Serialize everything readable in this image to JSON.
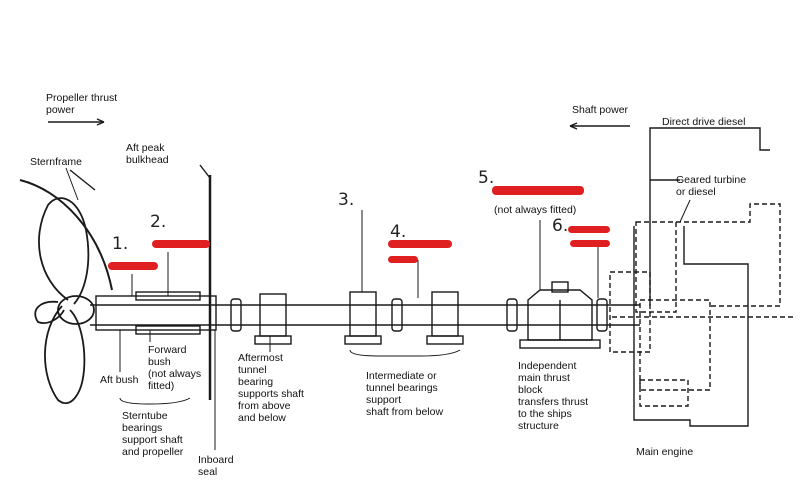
{
  "labels": {
    "propeller_thrust": "Propeller thrust\npower",
    "shaft_power": "Shaft power",
    "direct_drive": "Direct drive diesel",
    "aft_peak": "Aft peak\nbulkhead",
    "sternframe": "Sternframe",
    "geared_turbine": "Geared turbine\nor diesel",
    "not_always": "(not always fitted)",
    "forward_bush": "Forward\nbush\n(not always\nfitted)",
    "aft_bush": "Aft bush",
    "sterntube": "Sterntube\nbearings\nsupport shaft\nand propeller",
    "inboard_seal": "Inboard\nseal",
    "aftermost": "Aftermost\ntunnel\nbearing\nsupports shaft\nfrom above\nand below",
    "intermediate": "Intermediate or\ntunnel bearings\nsupport\nshaft from below",
    "independent": "Independent\nmain thrust\nblock\ntransfers thrust\nto the ships\nstructure",
    "main_engine": "Main engine"
  },
  "numbers": {
    "n1": "1.",
    "n2": "2.",
    "n3": "3.",
    "n4": "4.",
    "n5": "5.",
    "n6": "6."
  },
  "colors": {
    "redaction": "#e02020",
    "line": "#1a1a1a"
  }
}
